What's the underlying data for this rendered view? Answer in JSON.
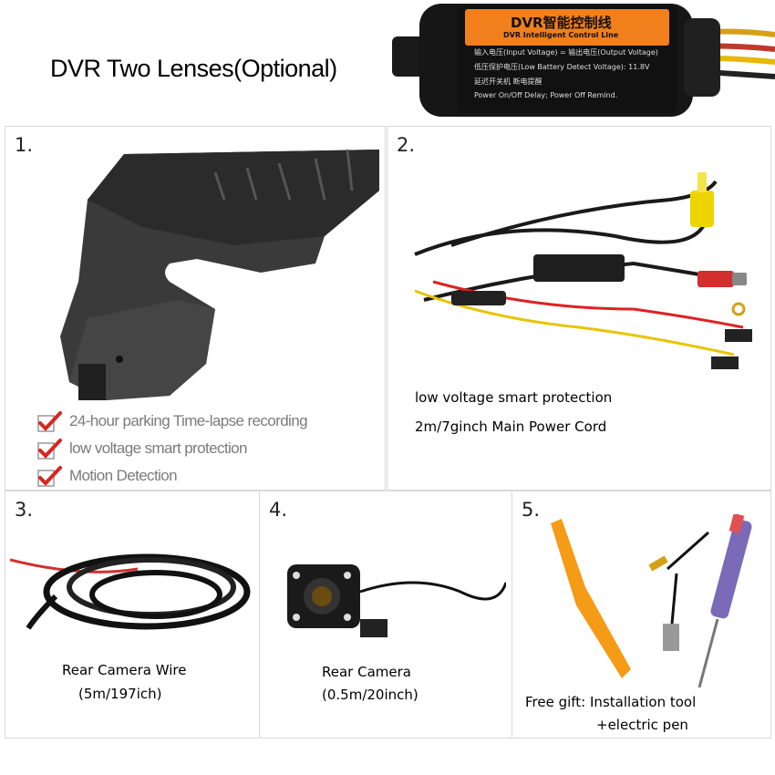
{
  "header": {
    "title": "DVR Two Lenses(Optional)",
    "module": {
      "title": "DVR智能控制线",
      "subtitle": "DVR Intelligent Control Line",
      "line1": "输入电压(Input Voltage) = 输出电压(Output Voltage)",
      "line2": "低压保护电压(Low Battery Detect Voltage): 11.8V",
      "line3": "延迟开关机 断电提醒",
      "line4": "Power On/Off Delay; Power Off Remind."
    }
  },
  "panels": [
    {
      "number": "1.",
      "features": [
        "24-hour parking Time-lapse recording",
        "low voltage smart protection",
        "Motion Detection"
      ]
    },
    {
      "number": "2.",
      "label_line1": "low voltage smart protection",
      "label_line2": "2m/7ginch Main Power Cord"
    },
    {
      "number": "3.",
      "label_line1": "Rear Camera Wire",
      "label_line2": "(5m/197ich)"
    },
    {
      "number": "4.",
      "label_line1": "Rear Camera",
      "label_line2": "(0.5m/20inch)"
    },
    {
      "number": "5.",
      "label_line1": "Free gift: Installation tool",
      "label_line2": "+electric pen"
    }
  ]
}
